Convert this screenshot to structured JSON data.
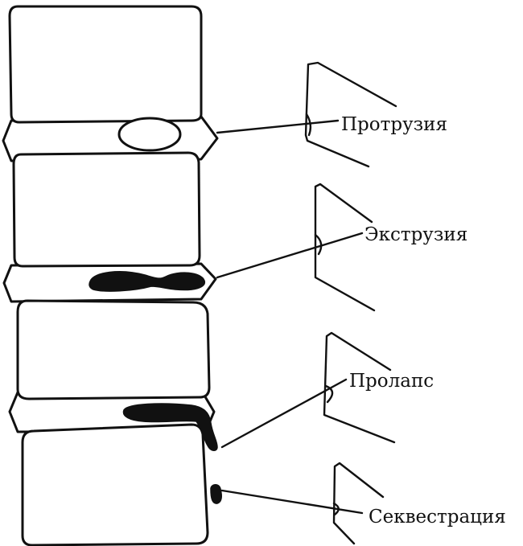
{
  "labels": {
    "protrusion": "Протрузия",
    "extrusion": "Экструзия",
    "prolapse": "Пролапс",
    "sequestration": "Секвестрация"
  },
  "colors": {
    "ink": "#111111",
    "background": "#ffffff"
  }
}
